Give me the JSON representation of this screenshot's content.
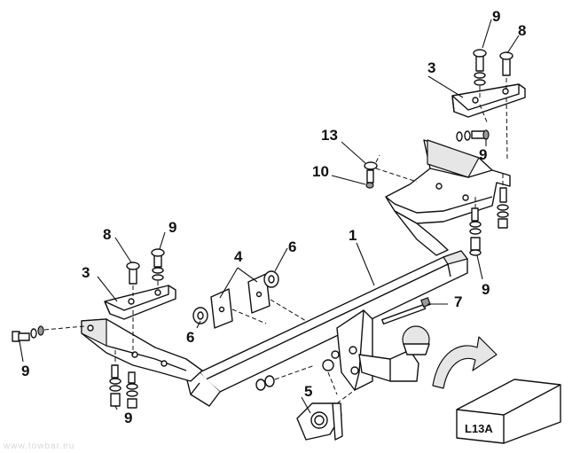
{
  "callouts": {
    "c1": "1",
    "c3_left": "3",
    "c3_right": "3",
    "c4": "4",
    "c5": "5",
    "c6_upper": "6",
    "c6_lower": "6",
    "c7": "7",
    "c8_left": "8",
    "c8_right": "8",
    "c9_top_right": "9",
    "c9_mid_right": "9",
    "c9_lower_right": "9",
    "c9_top_left": "9",
    "c9_left": "9",
    "c9_bottom": "9",
    "c10": "10",
    "c13": "13"
  },
  "kit_box": {
    "label": "L13A"
  },
  "watermark": "www.towbar.eu"
}
